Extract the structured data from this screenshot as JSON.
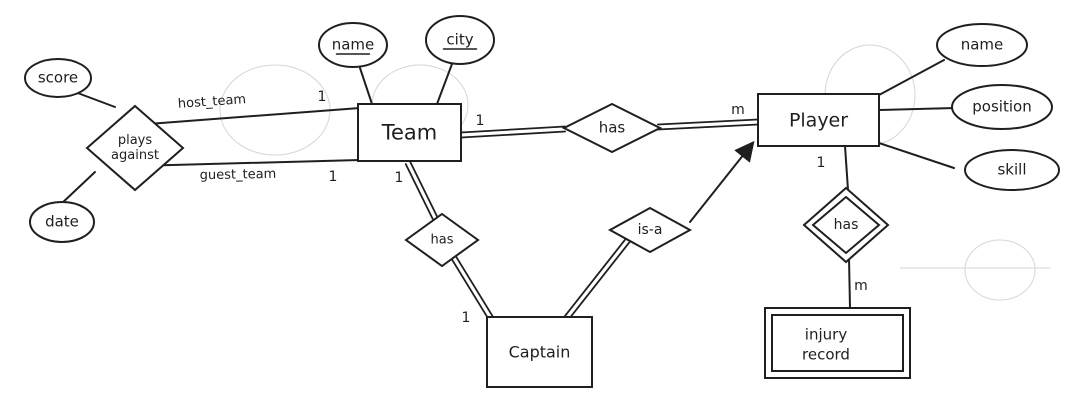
{
  "colors": {
    "ink": "#1f1f1f",
    "paper": "#ffffff",
    "bleed": "#d6d6d6"
  },
  "entities": [
    {
      "id": "team",
      "label": "Team"
    },
    {
      "id": "player",
      "label": "Player"
    },
    {
      "id": "captain",
      "label": "Captain"
    }
  ],
  "weak_entities": [
    {
      "id": "injury-record",
      "lines": [
        "injury",
        "record"
      ]
    }
  ],
  "relationships": [
    {
      "id": "plays-against",
      "lines": [
        "plays",
        "against"
      ]
    },
    {
      "id": "team-player-has",
      "lines": [
        "has"
      ]
    },
    {
      "id": "team-captain-has",
      "lines": [
        "has"
      ]
    },
    {
      "id": "captain-isa-player",
      "lines": [
        "is-a"
      ]
    }
  ],
  "identifying_relationships": [
    {
      "id": "player-injury-has",
      "lines": [
        "has"
      ]
    }
  ],
  "attributes": [
    {
      "id": "score",
      "label": "score",
      "key": false
    },
    {
      "id": "date",
      "label": "date",
      "key": false
    },
    {
      "id": "team-name",
      "label": "name",
      "key": true
    },
    {
      "id": "team-city",
      "label": "city",
      "key": true
    },
    {
      "id": "player-name",
      "label": "name",
      "key": false
    },
    {
      "id": "player-position",
      "label": "position",
      "key": false
    },
    {
      "id": "player-skill",
      "label": "skill",
      "key": false
    }
  ],
  "connector_labels": [
    {
      "id": "host-team-label",
      "text": "host_team"
    },
    {
      "id": "guest-team-label",
      "text": "guest_team"
    }
  ],
  "cardinalities": [
    {
      "id": "host-team-card",
      "text": "1"
    },
    {
      "id": "guest-team-card",
      "text": "1"
    },
    {
      "id": "team-has-player-team-card",
      "text": "1"
    },
    {
      "id": "team-has-player-player-card",
      "text": "m"
    },
    {
      "id": "team-captain-team-card",
      "text": "1"
    },
    {
      "id": "team-captain-captain-card",
      "text": "1"
    },
    {
      "id": "player-injury-player-card",
      "text": "1"
    },
    {
      "id": "player-injury-record-card",
      "text": "m"
    }
  ]
}
